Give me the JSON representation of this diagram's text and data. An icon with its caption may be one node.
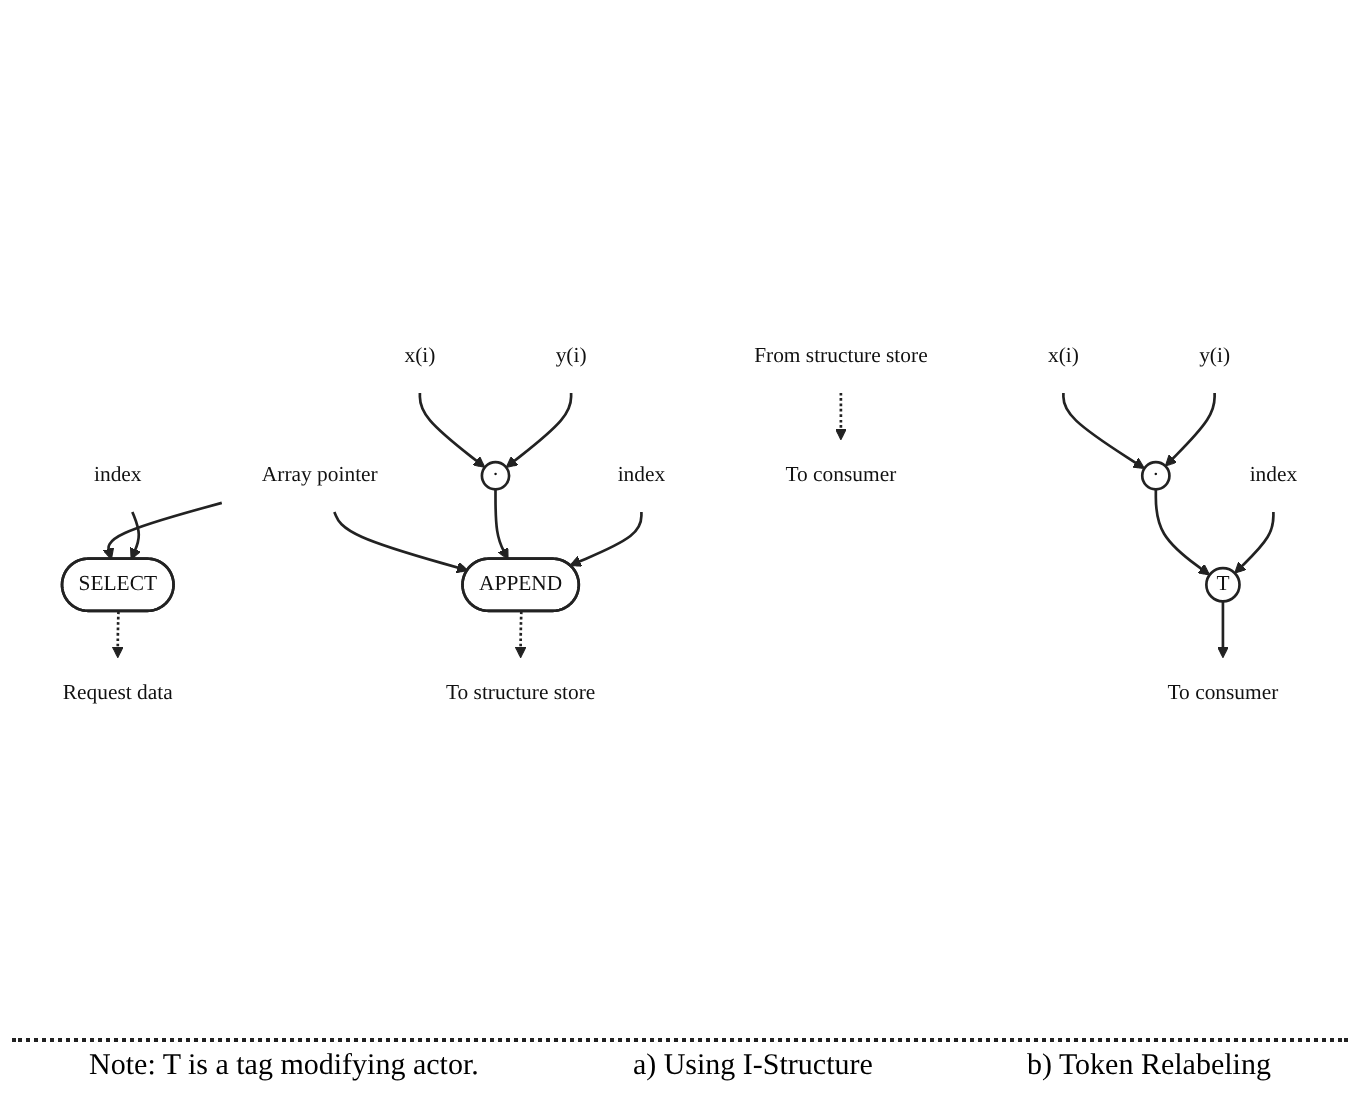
{
  "diagram": {
    "nodes": [
      {
        "text": [
          "x(i)"
        ]
      },
      {
        "text": [
          "y(i)"
        ]
      },
      {
        "text": [
          "Array pointer"
        ]
      },
      {
        "text": [
          "index"
        ]
      },
      {
        "text": [
          "·"
        ]
      },
      {
        "text": [
          "APPEND"
        ]
      },
      {
        "text": [
          "To structure store"
        ]
      },
      {
        "text": [
          "index"
        ]
      },
      {
        "text": [
          "SELECT"
        ]
      },
      {
        "text": [
          "Request data"
        ]
      },
      {
        "text": [
          "From structure store"
        ]
      },
      {
        "text": [
          "To consumer"
        ]
      },
      {
        "text": [
          "x(i)"
        ]
      },
      {
        "text": [
          "y(i)"
        ]
      },
      {
        "text": [
          "·"
        ]
      },
      {
        "text": [
          "index"
        ]
      },
      {
        "text": [
          "T"
        ]
      },
      {
        "text": [
          "To consumer"
        ]
      }
    ],
    "edges": [
      {
        "from": 0,
        "to": 4,
        "arrow": "to"
      },
      {
        "from": 1,
        "to": 4,
        "arrow": "to"
      },
      {
        "from": 2,
        "to": 5,
        "arrow": "to"
      },
      {
        "from": 4,
        "to": 5,
        "arrow": "to"
      },
      {
        "from": 3,
        "to": 5,
        "arrow": "to"
      },
      {
        "from": 5,
        "to": 6,
        "arrow": "to",
        "style": "dashed"
      },
      {
        "from": 2,
        "to": 8,
        "arrow": "to"
      },
      {
        "from": 7,
        "to": 8,
        "arrow": "to"
      },
      {
        "from": 8,
        "to": 9,
        "arrow": "to",
        "style": "dashed"
      },
      {
        "from": 10,
        "to": 11,
        "arrow": "to",
        "style": "dashed"
      },
      {
        "from": 12,
        "to": 14,
        "arrow": "to"
      },
      {
        "from": 13,
        "to": 14,
        "arrow": "to"
      },
      {
        "from": 14,
        "to": 16,
        "arrow": "to"
      },
      {
        "from": 15,
        "to": 16,
        "arrow": "to"
      },
      {
        "from": 16,
        "to": 17,
        "arrow": "to"
      }
    ],
    "labels": [
      "Note: T is a tag modifying actor.",
      "a) Using I-Structure",
      "b) Token Relabeling"
    ]
  }
}
